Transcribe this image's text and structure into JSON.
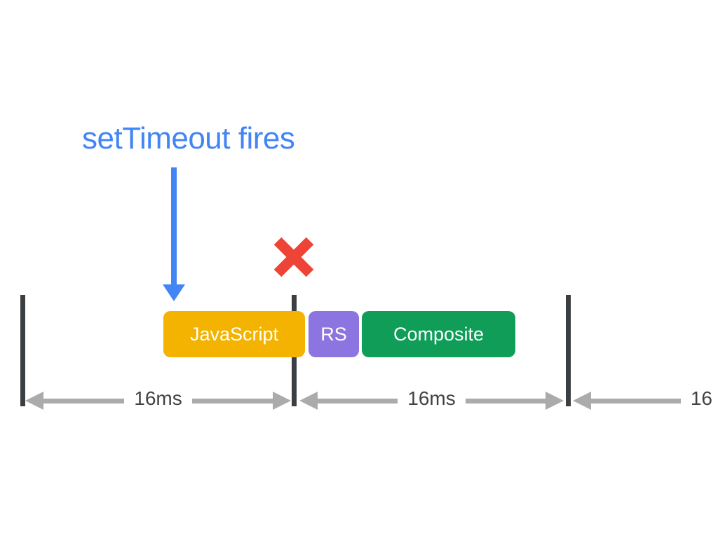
{
  "annotation": {
    "label": "setTimeout fires",
    "color": "#4285F4"
  },
  "dropped_frame_marker": {
    "icon": "x-mark-icon",
    "color": "#EE4437"
  },
  "tasks": [
    {
      "label": "JavaScript",
      "color": "#F3B300"
    },
    {
      "label": "RS",
      "color": "#8C75E0"
    },
    {
      "label": "Composite",
      "color": "#0F9D58"
    }
  ],
  "frame_boundaries": {
    "count": 3,
    "color": "#3B3F42"
  },
  "intervals": [
    {
      "label": "16ms"
    },
    {
      "label": "16ms"
    },
    {
      "label": "16"
    }
  ],
  "styles": {
    "interval_arrow_color": "#ABABAB",
    "interval_label_color": "#3F4245",
    "background": "#FFFFFF"
  }
}
